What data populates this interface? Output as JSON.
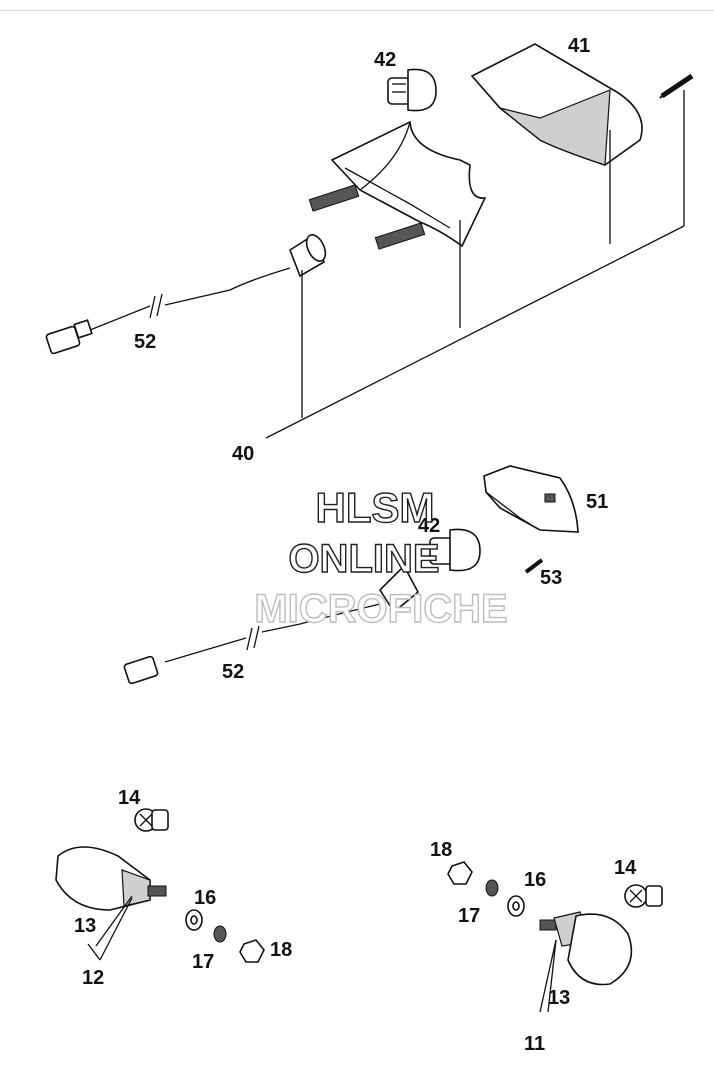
{
  "labels": {
    "p41": "41",
    "p42a": "42",
    "p52a": "52",
    "p40": "40",
    "p51": "51",
    "p42b": "42",
    "p53": "53",
    "p52b": "52",
    "p14a": "14",
    "p16a": "16",
    "p13a": "13",
    "p12": "12",
    "p17a": "17",
    "p18a": "18",
    "p18b": "18",
    "p16b": "16",
    "p17b": "17",
    "p14b": "14",
    "p13b": "13",
    "p11": "11"
  },
  "watermark": {
    "line1": "HLSM",
    "line2": "ONLINE",
    "line3": "MICROFICHE"
  }
}
